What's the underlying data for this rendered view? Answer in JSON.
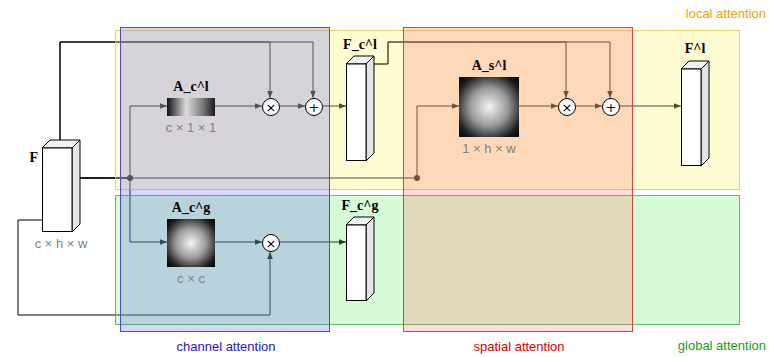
{
  "diagram": {
    "nodes": [
      {
        "text": [
          "local attention"
        ]
      },
      {
        "text": [
          "global attention"
        ]
      },
      {
        "text": [
          "channel attention"
        ]
      },
      {
        "text": [
          "spatial attention"
        ]
      },
      {
        "text": [
          "F",
          "c × h × w"
        ]
      },
      {
        "text": [
          "A_c^l",
          "c × 1 × 1"
        ],
        "in": 2
      },
      {
        "text": [
          "×"
        ],
        "in": 2
      },
      {
        "text": [
          "+"
        ],
        "in": 2
      },
      {
        "text": [
          "F_c^l"
        ],
        "in": 0
      },
      {
        "text": [
          "A_s^l",
          "1 × h × w"
        ],
        "in": 3
      },
      {
        "text": [
          "×"
        ],
        "in": 3
      },
      {
        "text": [
          "+"
        ],
        "in": 3
      },
      {
        "text": [
          "F^l"
        ],
        "in": 0
      },
      {
        "text": [
          "A_c^g",
          "c × c"
        ],
        "in": 2
      },
      {
        "text": [
          "×"
        ],
        "in": 2
      },
      {
        "text": [
          "F_c^g"
        ],
        "in": 1
      }
    ],
    "edges": [
      {
        "from": 4,
        "to": 5,
        "arrow": "to"
      },
      {
        "from": 4,
        "to": 13,
        "arrow": "to"
      },
      {
        "from": 4,
        "to": 9,
        "arrow": "to"
      },
      {
        "from": 4,
        "to": 6,
        "arrow": "to"
      },
      {
        "from": 4,
        "to": 7,
        "arrow": "to"
      },
      {
        "from": 5,
        "to": 6,
        "arrow": "to"
      },
      {
        "from": 6,
        "to": 7,
        "arrow": "to"
      },
      {
        "from": 7,
        "to": 8,
        "arrow": "to"
      },
      {
        "from": 8,
        "to": 10,
        "arrow": "to"
      },
      {
        "from": 8,
        "to": 11,
        "arrow": "to"
      },
      {
        "from": 9,
        "to": 10,
        "arrow": "to"
      },
      {
        "from": 10,
        "to": 11,
        "arrow": "to"
      },
      {
        "from": 11,
        "to": 12,
        "arrow": "to"
      },
      {
        "from": 13,
        "to": 14,
        "arrow": "to"
      },
      {
        "from": 4,
        "to": 14,
        "arrow": "to"
      },
      {
        "from": 14,
        "to": 15,
        "arrow": "to"
      }
    ]
  }
}
